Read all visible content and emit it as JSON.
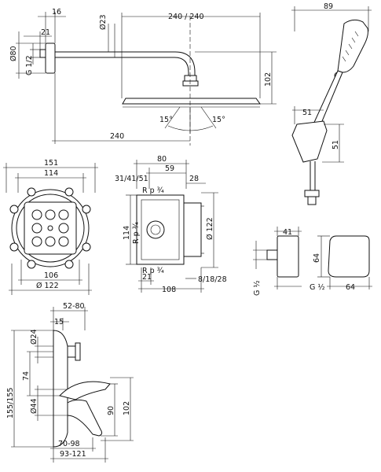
{
  "shower_head": {
    "top_width": "16",
    "pipe_dia": "Ø23",
    "arm_length": "240 / 240",
    "flange_depth": "21",
    "flange_dia": "Ø80",
    "thread": "G 1/2",
    "height": "102",
    "spray_angle_left": "15°",
    "spray_angle_right": "15°",
    "projection": "240"
  },
  "hand_shower": {
    "width": "89",
    "holder_offset": "51",
    "holder_height": "51"
  },
  "concealed_body_top": {
    "outer": "151",
    "inner": "114",
    "bottom_inner": "106",
    "bottom_dia": "Ø 122"
  },
  "concealed_body_side": {
    "width": "80",
    "inner": "59",
    "offsets": "31/41/51",
    "depth": "28",
    "thread_top": "R p ¾",
    "thread_mid": "R p ¾",
    "thread_bottom": "R p ¾",
    "height": "114",
    "dia": "Ø 122",
    "base": "21",
    "total": "108",
    "variants": "8/18/28"
  },
  "outlet": {
    "depth": "41",
    "thread": "G ½",
    "height": "64",
    "thread_bottom": "G ½",
    "width": "64"
  },
  "mixer": {
    "range": "52-80",
    "offset": "15",
    "dia_top": "Ø24",
    "height": "155/155",
    "middle": "74",
    "dia_bottom": "Ø44",
    "spout": "90",
    "total": "102",
    "bottom1": "70-98",
    "bottom2": "93-121"
  }
}
